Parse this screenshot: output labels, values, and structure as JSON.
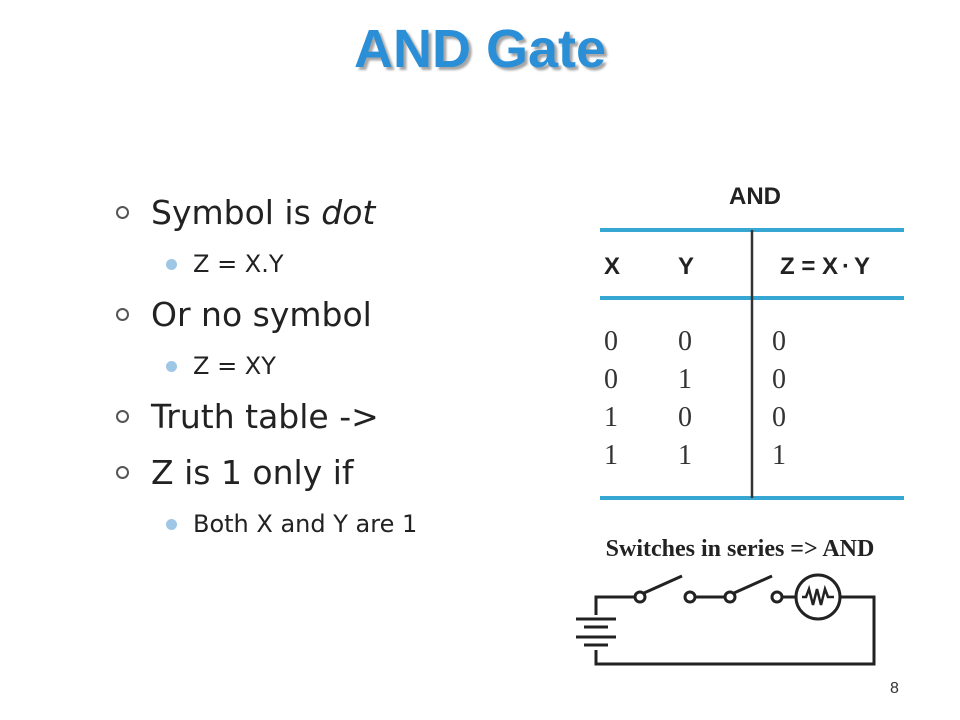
{
  "title": "AND Gate",
  "bullets": {
    "item1": {
      "text_before": "Symbol is ",
      "text_italic": "dot"
    },
    "sub1": "Z = X.Y",
    "item2": "Or no symbol",
    "sub2": "Z = XY",
    "item3": "Truth table ->",
    "item4": "Z is 1 only if",
    "sub4": "Both X and Y are 1"
  },
  "truth_table": {
    "title": "AND",
    "headers": {
      "x": "X",
      "y": "Y",
      "z_prefix": "Z = X",
      "z_op": "·",
      "z_suffix": "Y"
    },
    "rows": [
      [
        "0",
        "0",
        "0"
      ],
      [
        "0",
        "1",
        "0"
      ],
      [
        "1",
        "0",
        "0"
      ],
      [
        "1",
        "1",
        "1"
      ]
    ],
    "colors": {
      "rule": "#36a6d3",
      "divider": "#333333"
    }
  },
  "circuit": {
    "caption": "Switches in series => AND"
  },
  "page_number": "8",
  "colors": {
    "title": "#2a8fd6",
    "sub_bullet": "#9ec7e6"
  }
}
